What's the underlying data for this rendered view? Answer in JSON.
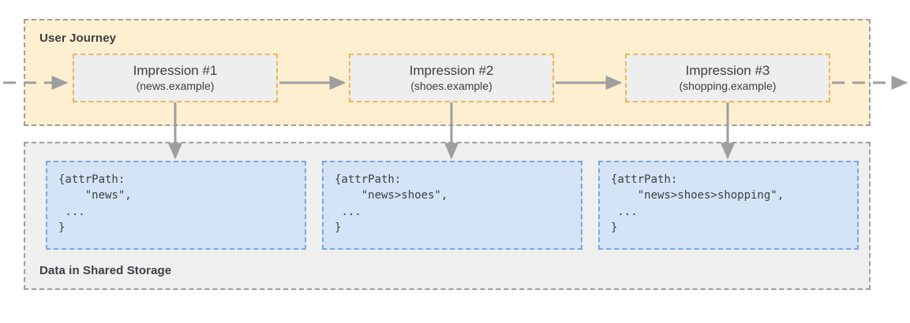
{
  "diagram": {
    "title_journey": "User Journey",
    "title_storage": "Data in Shared Storage",
    "colors": {
      "journey_fill": "#fdefd0",
      "storage_fill": "#efefef",
      "impression_fill": "#eeeeee",
      "impression_border": "#f5b352",
      "code_fill": "#d4e3f5",
      "code_border": "#7aa7e0",
      "panel_border": "#9e9e9e",
      "arrow": "#9e9e9e",
      "text": "#3c4043"
    },
    "impressions": [
      {
        "title": "Impression #1",
        "subtitle": "(news.example)"
      },
      {
        "title": "Impression #2",
        "subtitle": "(shoes.example)"
      },
      {
        "title": "Impression #3",
        "subtitle": "(shopping.example)"
      }
    ],
    "code_blocks": [
      {
        "text": "{attrPath:\n    \"news\",\n ...\n}"
      },
      {
        "text": "{attrPath:\n    \"news>shoes\",\n ...\n}"
      },
      {
        "text": "{attrPath:\n    \"news>shoes>shopping\",\n ...\n}"
      }
    ]
  }
}
